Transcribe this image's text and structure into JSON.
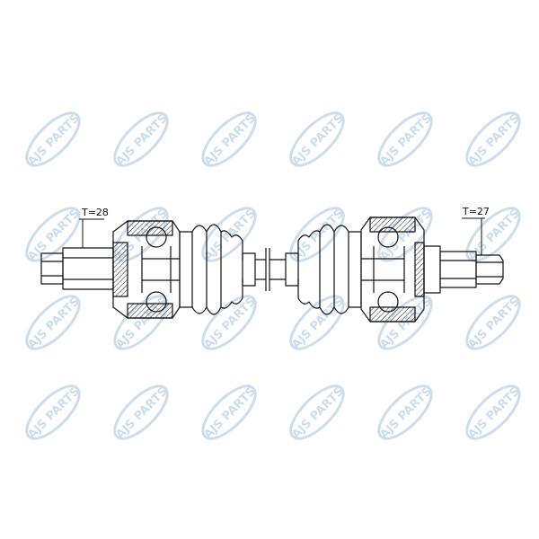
{
  "watermark": {
    "text": "AJS PARTS",
    "color": "#9bbcdc"
  },
  "labels": {
    "left_spline": "T=28",
    "right_spline": "T=27"
  },
  "colors": {
    "line": "#111111",
    "hatch": "#222222"
  }
}
